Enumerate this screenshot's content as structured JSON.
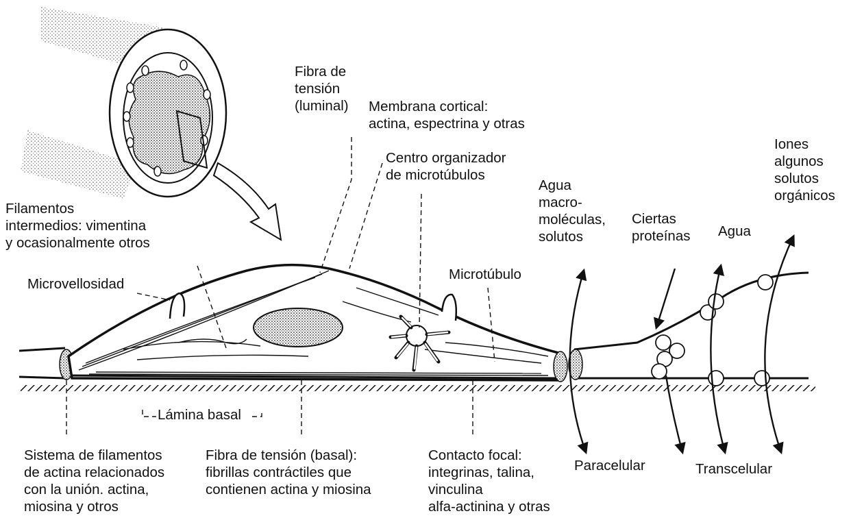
{
  "labels": {
    "fibra_tension_luminal": [
      "Fibra de",
      "tensión",
      "(luminal)"
    ],
    "membrana_cortical": [
      "Membrana cortical:",
      "actina, espectrina y otras"
    ],
    "centro_organizador": [
      "Centro organizador",
      "de microtúbulos"
    ],
    "filamentos_intermedios": [
      "Filamentos",
      "intermedios: vimentina",
      "y ocasionalmente otros"
    ],
    "microvellosidad": "Microvellosidad",
    "agua_macromoleculas": [
      "Agua",
      "macro-",
      "moléculas,",
      "solutos"
    ],
    "ciertas_proteinas": [
      "Ciertas",
      "proteínas"
    ],
    "agua": "Agua",
    "iones": [
      "Iones",
      "algunos",
      "solutos",
      "orgánicos"
    ],
    "microtubulo": "Microtúbulo",
    "lamina_basal": "Lámina basal",
    "sistema_filamentos": [
      "Sistema de filamentos",
      "de actina relacionados",
      "con la unión. actina,",
      "miosina y otros"
    ],
    "fibra_tension_basal": [
      "Fibra de tensión (basal):",
      "fibrillas contráctiles que",
      "contienen actina y miosina"
    ],
    "contacto_focal": [
      "Contacto focal:",
      "integrinas, talina,",
      "vinculina",
      "alfa-actinina y otras"
    ],
    "paracelular": "Paracelular",
    "transcelular": "Transcelular"
  }
}
